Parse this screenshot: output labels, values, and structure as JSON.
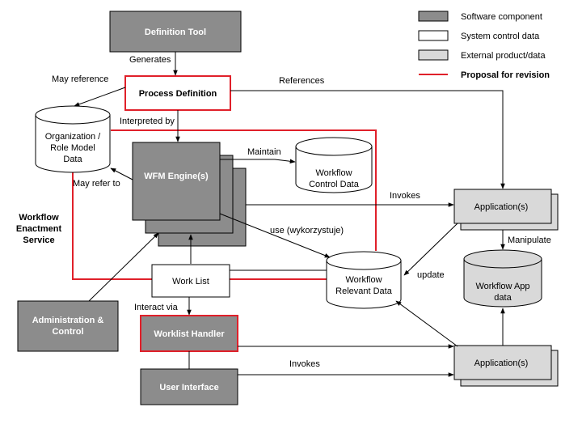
{
  "legend": {
    "software_component": "Software component",
    "system_control_data": "System control data",
    "external_product": "External product/data",
    "proposal": "Proposal for revision"
  },
  "nodes": {
    "definition_tool": "Definition Tool",
    "process_definition": "Process Definition",
    "org_role": [
      "Organization /",
      "Role Model",
      "Data"
    ],
    "wfm_engine": "WFM Engine(s)",
    "workflow_control": [
      "Workflow",
      "Control Data"
    ],
    "application_top": "Application(s)",
    "workflow_app_data": [
      "Workflow App",
      "data"
    ],
    "workflow_relevant": [
      "Workflow",
      "Relevant Data"
    ],
    "work_list": "Work List",
    "admin_control": [
      "Administration &",
      "Control"
    ],
    "worklist_handler": "Worklist Handler",
    "user_interface": "User Interface",
    "application_bottom": "Application(s)",
    "enactment_service": [
      "Workflow",
      "Enactment",
      "Service"
    ]
  },
  "edges": {
    "generates": "Generates",
    "may_reference": "May reference",
    "references": "References",
    "interpreted_by": "Interpreted by",
    "maintain": "Maintain",
    "may_refer_to": "May refer to",
    "invokes_top": "Invokes",
    "manipulate": "Manipulate",
    "use": "use (wykorzystuje)",
    "update": "update",
    "interact_via": "Interact via",
    "invokes_bottom": "Invokes"
  },
  "colors": {
    "software_component": "#8c8c8c",
    "external_product": "#d9d9d9",
    "proposal": "#e0202a"
  }
}
